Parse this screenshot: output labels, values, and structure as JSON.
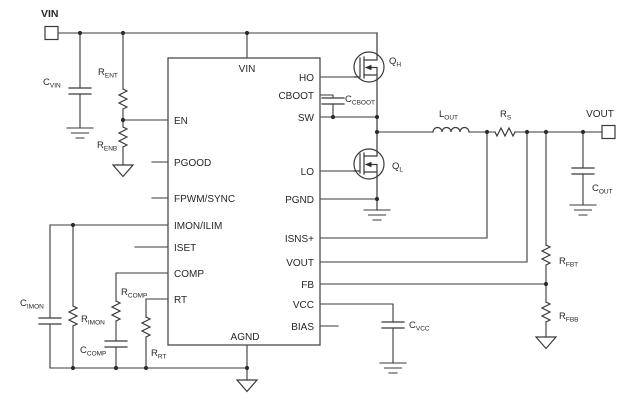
{
  "terminals": {
    "vin": "VIN",
    "vout": "VOUT"
  },
  "ic": {
    "top_pin": "VIN",
    "bottom_pin": "AGND",
    "left_pins": [
      "EN",
      "PGOOD",
      "FPWM/SYNC",
      "IMON/ILIM",
      "ISET",
      "COMP",
      "RT"
    ],
    "right_pins": [
      "HO",
      "CBOOT",
      "SW",
      "LO",
      "PGND",
      "ISNS+",
      "VOUT",
      "FB",
      "VCC",
      "BIAS"
    ]
  },
  "components": {
    "cvin": {
      "main": "C",
      "sub": "VIN"
    },
    "rent": {
      "main": "R",
      "sub": "ENT"
    },
    "renb": {
      "main": "R",
      "sub": "ENB"
    },
    "ccboot": {
      "main": "C",
      "sub": "CBOOT"
    },
    "qh": {
      "main": "Q",
      "sub": "H"
    },
    "ql": {
      "main": "Q",
      "sub": "L"
    },
    "lout": {
      "main": "L",
      "sub": "OUT"
    },
    "rs": {
      "main": "R",
      "sub": "S"
    },
    "cout": {
      "main": "C",
      "sub": "OUT"
    },
    "rfbt": {
      "main": "R",
      "sub": "FBT"
    },
    "rfbb": {
      "main": "R",
      "sub": "FBB"
    },
    "cvcc": {
      "main": "C",
      "sub": "VCC"
    },
    "cimon": {
      "main": "C",
      "sub": "IMON"
    },
    "rimon": {
      "main": "R",
      "sub": "IMON"
    },
    "rcomp": {
      "main": "R",
      "sub": "COMP"
    },
    "ccomp": {
      "main": "C",
      "sub": "COMP"
    },
    "rrt": {
      "main": "R",
      "sub": "RT"
    }
  },
  "colors": {
    "line": "#3a3a3a",
    "background": "#ffffff"
  }
}
